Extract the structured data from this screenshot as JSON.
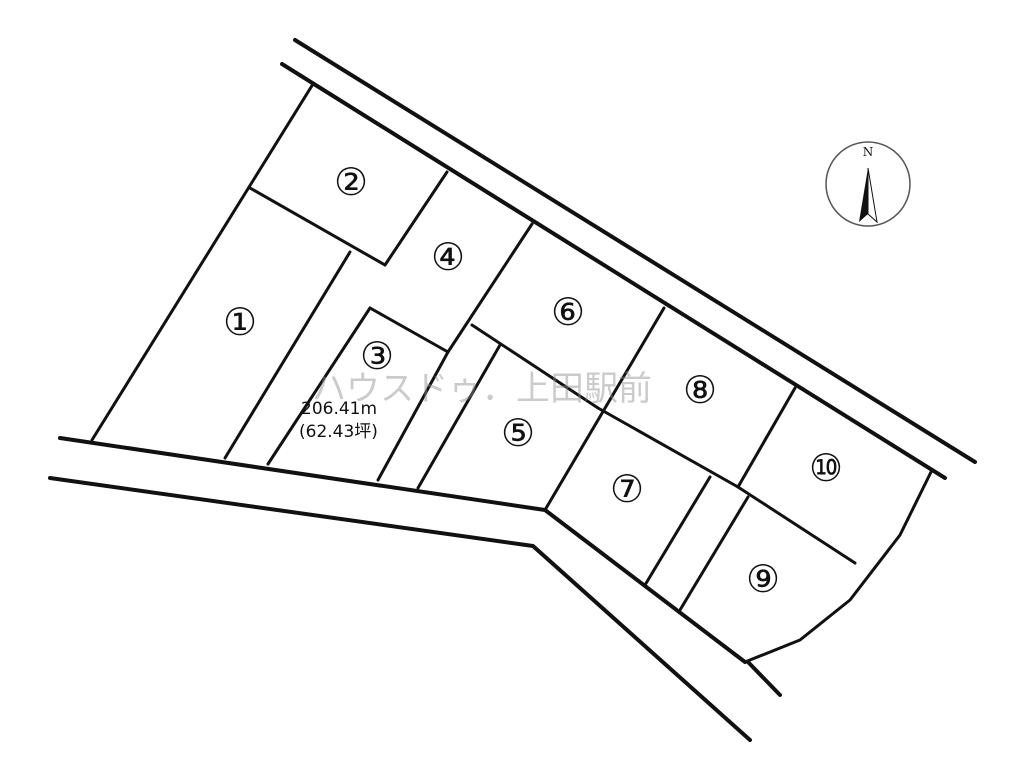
{
  "lots": [
    {
      "id": "lot-1",
      "label": "①"
    },
    {
      "id": "lot-2",
      "label": "②"
    },
    {
      "id": "lot-3",
      "label": "③",
      "area_m2": "206.41m",
      "area_tsubo": "(62.43坪)"
    },
    {
      "id": "lot-4",
      "label": "④"
    },
    {
      "id": "lot-5",
      "label": "⑤"
    },
    {
      "id": "lot-6",
      "label": "⑥"
    },
    {
      "id": "lot-7",
      "label": "⑦"
    },
    {
      "id": "lot-8",
      "label": "⑧"
    },
    {
      "id": "lot-9",
      "label": "⑨"
    },
    {
      "id": "lot-10",
      "label": "⑩"
    }
  ],
  "compass": {
    "label": "N"
  },
  "watermark": "ハウスドゥ．上田駅前",
  "colors": {
    "line": "#111111",
    "background": "#ffffff",
    "watermark": "#8c8c8c"
  }
}
